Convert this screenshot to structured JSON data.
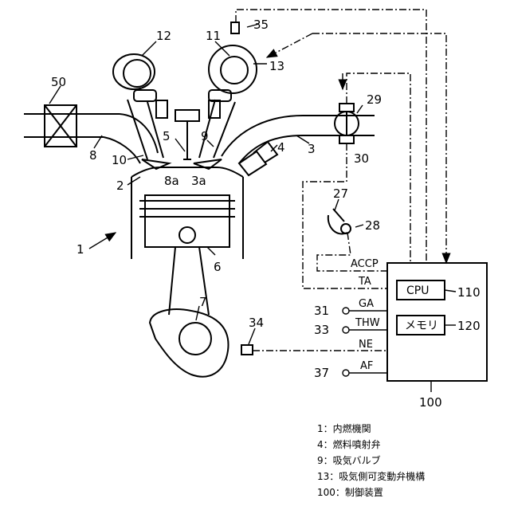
{
  "diagram": {
    "ref_labels": {
      "engine": "1",
      "cylinder": "2",
      "intake_port_a": "3a",
      "intake_passage": "3",
      "injector": "4",
      "spark_plug": "5",
      "piston": "6",
      "crankshaft": "7",
      "exhaust_passage": "8",
      "exhaust_port_a": "8a",
      "intake_valve": "9",
      "exhaust_valve": "10",
      "intake_cam": "11",
      "exhaust_cam": "12",
      "variable_valve": "13",
      "accel_pedal": "27",
      "accel_sensor": "28",
      "throttle": "29",
      "throttle_sensor": "30",
      "airflow_sensor": "31",
      "coolant_sensor": "33",
      "crank_sensor": "34",
      "cam_sensor": "35",
      "af_sensor": "37",
      "catalyst": "50",
      "controller": "100",
      "cpu_ref": "110",
      "memory_ref": "120"
    },
    "signals": {
      "accp": "ACCP",
      "ta": "TA",
      "ga": "GA",
      "thw": "THW",
      "ne": "NE",
      "af": "AF"
    },
    "boxes": {
      "cpu": "CPU",
      "memory": "メモリ"
    },
    "legend": [
      "1：内燃機関",
      "4：燃料噴射弁",
      "9：吸気バルブ",
      "13：吸気側可変動弁機構",
      "100：制御装置"
    ]
  }
}
